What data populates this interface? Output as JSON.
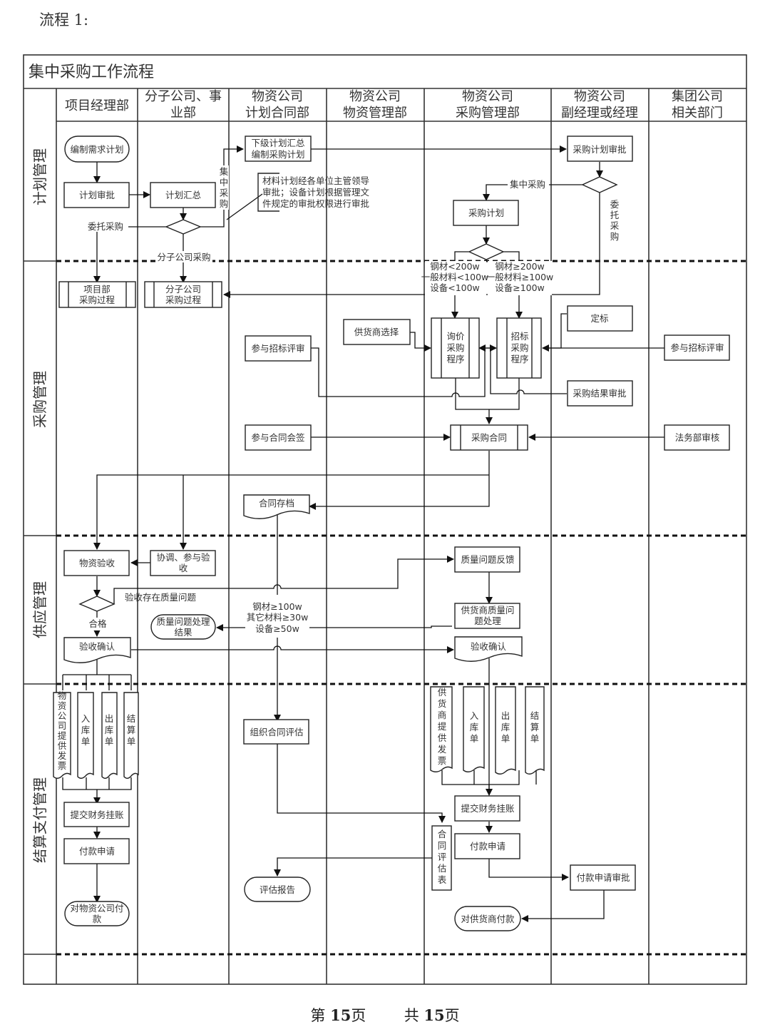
{
  "page_label": "流程 1:",
  "title": "集中采购工作流程",
  "columns": [
    {
      "line1": "项目经理部",
      "line2": ""
    },
    {
      "line1": "分子公司、事",
      "line2": "业部"
    },
    {
      "line1": "物资公司",
      "line2": "计划合同部"
    },
    {
      "line1": "物资公司",
      "line2": "物资管理部"
    },
    {
      "line1": "物资公司",
      "line2": "采购管理部"
    },
    {
      "line1": "物资公司",
      "line2": "副经理或经理"
    },
    {
      "line1": "集团公司",
      "line2": "相关部门"
    }
  ],
  "lanes": [
    "计划管理",
    "采购管理",
    "供应管理",
    "结算支付管理"
  ],
  "nodes": {
    "compile_demand": "编制需求计划",
    "plan_approval": "计划审批",
    "plan_summary": "计划汇总",
    "sub_summary_l1": "下级计划汇总",
    "sub_summary_l2": "编制采购计划",
    "note_l1": "材料计划经各单位主管领导",
    "note_l2": "审批；设备计划根据管理文",
    "note_l3": "件规定的审批权限进行审批",
    "purchase_plan_approval": "采购计划审批",
    "purchase_plan": "采购计划",
    "proj_proc_l1": "项目部",
    "proj_proc_l2": "采购过程",
    "sub_proc_l1": "分子公司",
    "sub_proc_l2": "采购过程",
    "supplier_select": "供货商选择",
    "inquiry_l1": "询价",
    "inquiry_l2": "采购",
    "inquiry_l3": "程序",
    "tender_l1": "招标",
    "tender_l2": "采购",
    "tender_l3": "程序",
    "award": "定标",
    "bid_review_left": "参与招标评审",
    "bid_review_right": "参与招标评审",
    "result_approval": "采购结果审批",
    "contract_cosign": "参与合同会签",
    "purchase_contract": "采购合同",
    "legal_review": "法务部审核",
    "contract_archive": "合同存档",
    "material_accept": "物资验收",
    "coordinate_l1": "协调、参与验",
    "coordinate_l2": "收",
    "quality_feedback": "质量问题反馈",
    "supplier_quality_l1": "供货商质量问",
    "supplier_quality_l2": "题处理",
    "quality_result_l1": "质量问题处理",
    "quality_result_l2": "结果",
    "accept_confirm_left": "验收确认",
    "accept_confirm_right": "验收确认",
    "doc_invoice_left": "物资公司提供发票",
    "doc_in": "入库单",
    "doc_out": "出库单",
    "doc_settle": "结算单",
    "doc_invoice_right": "供货商提供发票",
    "org_eval": "组织合同评估",
    "contract_eval_form": "合同评估表",
    "submit_finance_left": "提交财务挂账",
    "submit_finance_right": "提交财务挂账",
    "pay_request_left": "付款申请",
    "pay_request_right": "付款申请",
    "pay_request_approval": "付款申请审批",
    "eval_report": "评估报告",
    "pay_material_l1": "对物资公司付",
    "pay_material_l2": "款",
    "pay_supplier": "对供货商付款"
  },
  "labels": {
    "entrust_left": "委托采购",
    "central_vertical": "集中采购",
    "subsidiary_purchase": "分子公司采购",
    "central_right": "集中采购",
    "entrust_right_vertical": "委托采购",
    "cond_low_l1": "钢材<200w",
    "cond_low_l2": "一般材料<100w",
    "cond_low_l3": "设备<100w",
    "cond_high_l1": "钢材≥200w",
    "cond_high_l2": "一般材料≥100w",
    "cond_high_l3": "设备≥100w",
    "quality_issue": "验收存在质量问题",
    "qualified": "合格",
    "eval_cond_l1": "钢材≥100w",
    "eval_cond_l2": "其它材料≥30w",
    "eval_cond_l3": "设备≥50w"
  },
  "footer": {
    "page_prefix": "第",
    "page_num": "15",
    "page_suffix": "页",
    "total_prefix": "共",
    "total_num": "15",
    "total_suffix": "页"
  }
}
